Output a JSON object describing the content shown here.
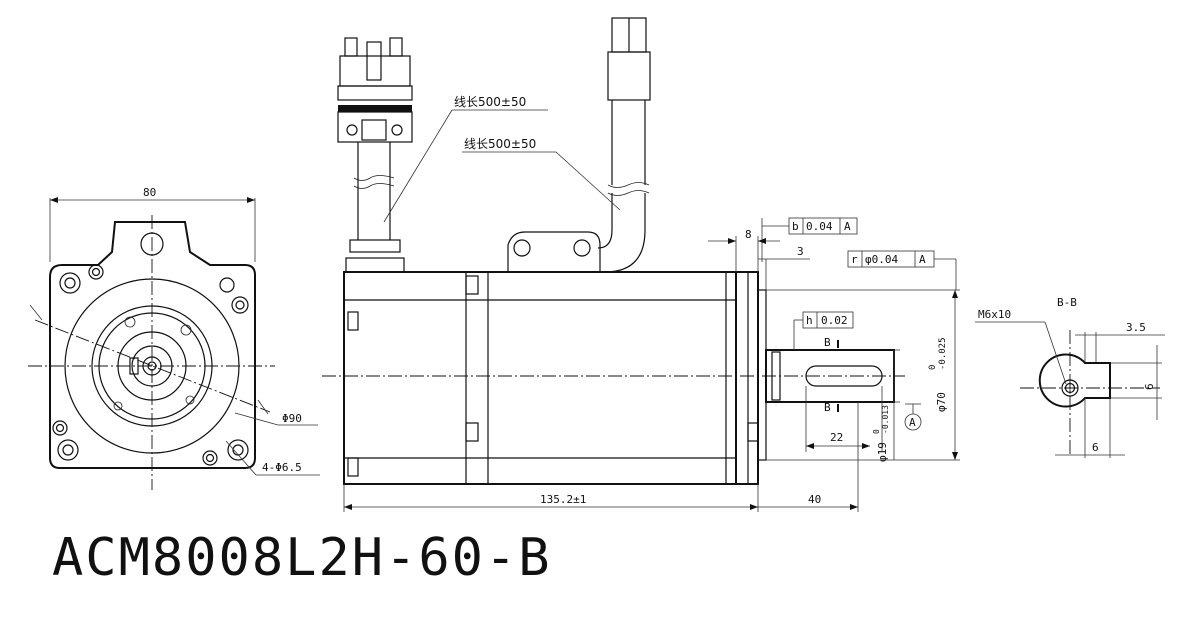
{
  "model": "ACM8008L2H-60-B",
  "front_view": {
    "flange_width": "80",
    "pcd": "Φ90",
    "holes": "4-Φ6.5"
  },
  "side_view": {
    "cable_length_1": "线长500±50",
    "cable_length_2": "线长500±50",
    "body_length": "135.2±1",
    "shaft_length": "40",
    "flange_thickness": "8",
    "pilot_depth": "3",
    "key_length": "22",
    "pilot_dia": "φ70",
    "pilot_tol_upper": "0",
    "pilot_tol_lower": "-0.025",
    "shaft_dia": "φ19",
    "shaft_tol": "-0.013",
    "shaft_tol_upper": "0",
    "section_mark": "B",
    "datum": "A",
    "gdt_perp": {
      "symbol": "b",
      "value": "0.04",
      "datum": "A"
    },
    "gdt_runout": {
      "symbol": "r",
      "value": "φ0.04",
      "datum": "A"
    },
    "gdt_flat": {
      "symbol": "h",
      "value": "0.02"
    }
  },
  "section_view": {
    "title": "B-B",
    "thread": "M6x10",
    "key_depth": "3.5",
    "key_width": "6",
    "key_offset": "6"
  }
}
